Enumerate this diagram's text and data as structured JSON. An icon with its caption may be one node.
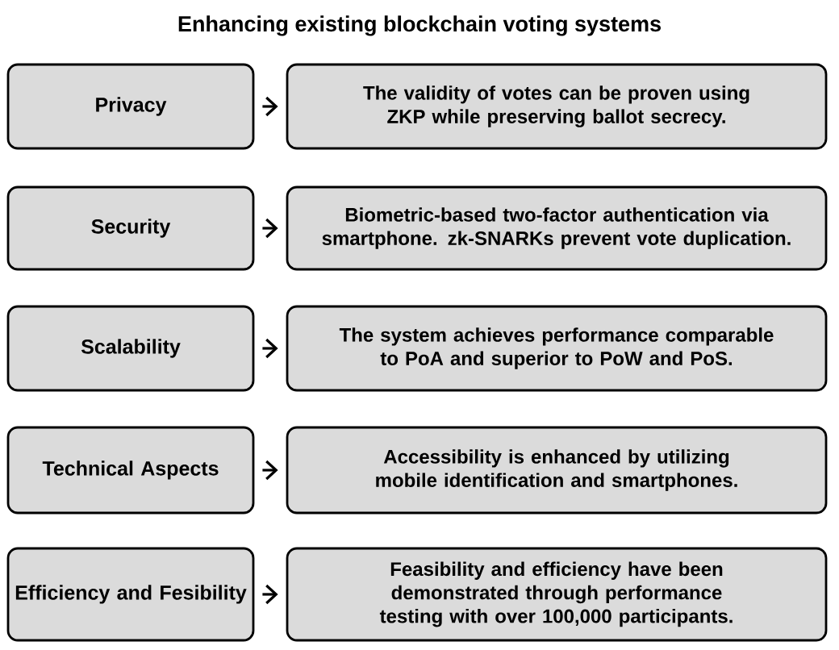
{
  "diagram": {
    "title": "Enhancing existing blockchain voting systems",
    "nodes": [
      {
        "text": [
          "Privacy"
        ]
      },
      {
        "text": [
          "The validity of votes can be proven using ZKP while preserving ballot secrecy."
        ]
      },
      {
        "text": [
          "Security"
        ]
      },
      {
        "text": [
          "Biometric-based two-factor authentication via smartphone. zk-SNARKs prevent vote duplication."
        ]
      },
      {
        "text": [
          "Scalability"
        ]
      },
      {
        "text": [
          "The system achieves performance comparable to PoA and superior to PoW and PoS."
        ]
      },
      {
        "text": [
          "Technical Aspects"
        ]
      },
      {
        "text": [
          "Accessibility is enhanced by utilizing mobile identification and smartphones."
        ]
      },
      {
        "text": [
          "Efficiency and Fesibility"
        ]
      },
      {
        "text": [
          "Feasibility and efficiency have been demonstrated through performance testing with over 100,000 participants."
        ]
      }
    ],
    "edges": [
      {
        "from": 0,
        "to": 1,
        "arrow": "to"
      },
      {
        "from": 2,
        "to": 3,
        "arrow": "to"
      },
      {
        "from": 4,
        "to": 5,
        "arrow": "to"
      },
      {
        "from": 6,
        "to": 7,
        "arrow": "to"
      },
      {
        "from": 8,
        "to": 9,
        "arrow": "to"
      }
    ]
  }
}
